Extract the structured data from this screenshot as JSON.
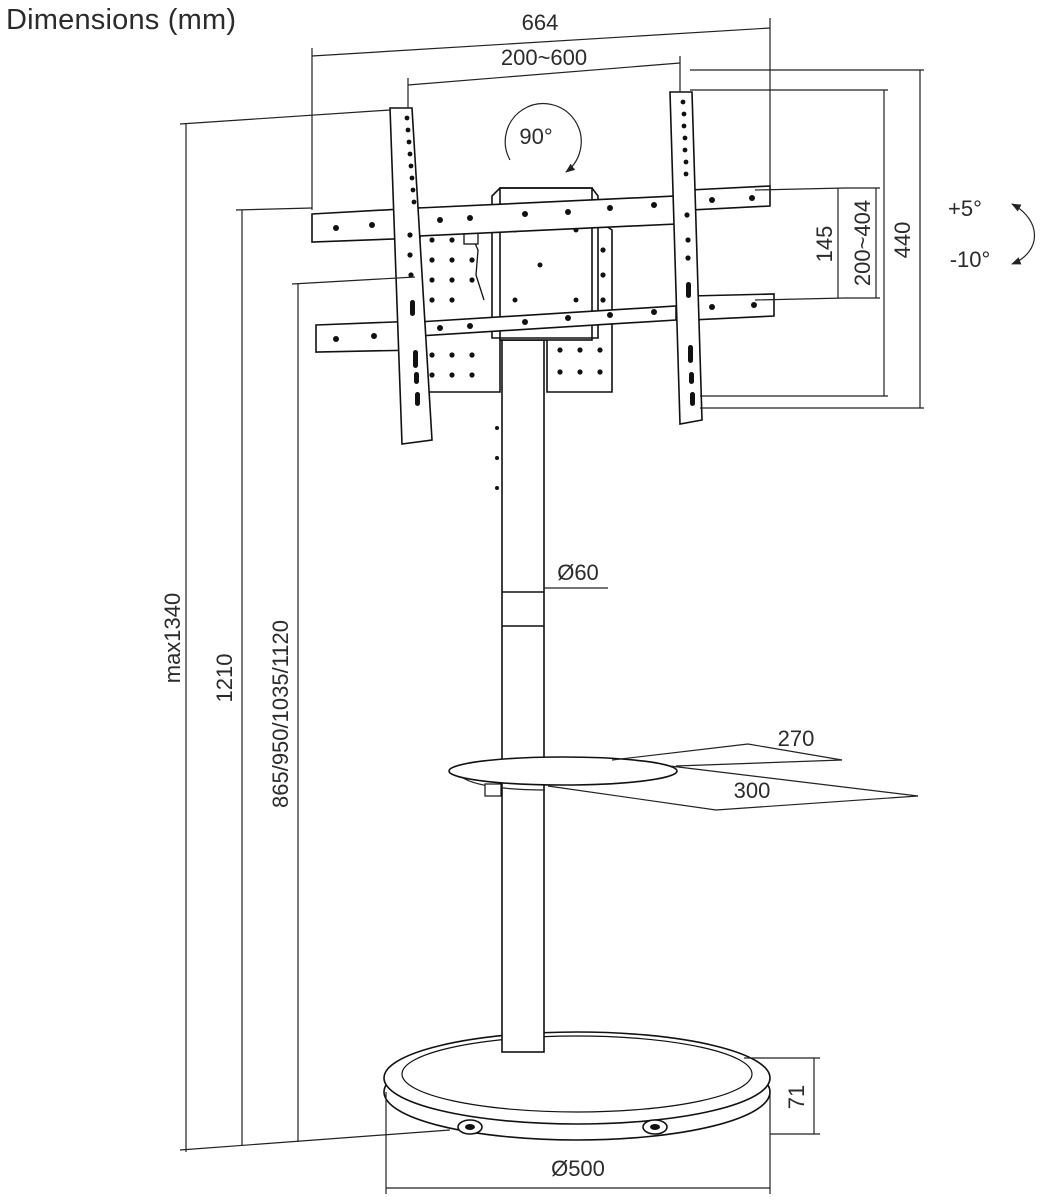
{
  "title": "Dimensions (mm)",
  "dimensions": {
    "overall_width": "664",
    "vesa_horizontal": "200~600",
    "rotation": "90°",
    "tilt_up": "+5°",
    "tilt_down": "-10°",
    "arm_spacing": "145",
    "vesa_vertical": "200~404",
    "bracket_height": "440",
    "max_height": "max1340",
    "height_1210": "1210",
    "mount_heights": "865/950/1035/1120",
    "pole_diameter": "Ø60",
    "shelf_depth": "270",
    "shelf_width": "300",
    "base_height": "71",
    "base_diameter": "Ø500"
  }
}
